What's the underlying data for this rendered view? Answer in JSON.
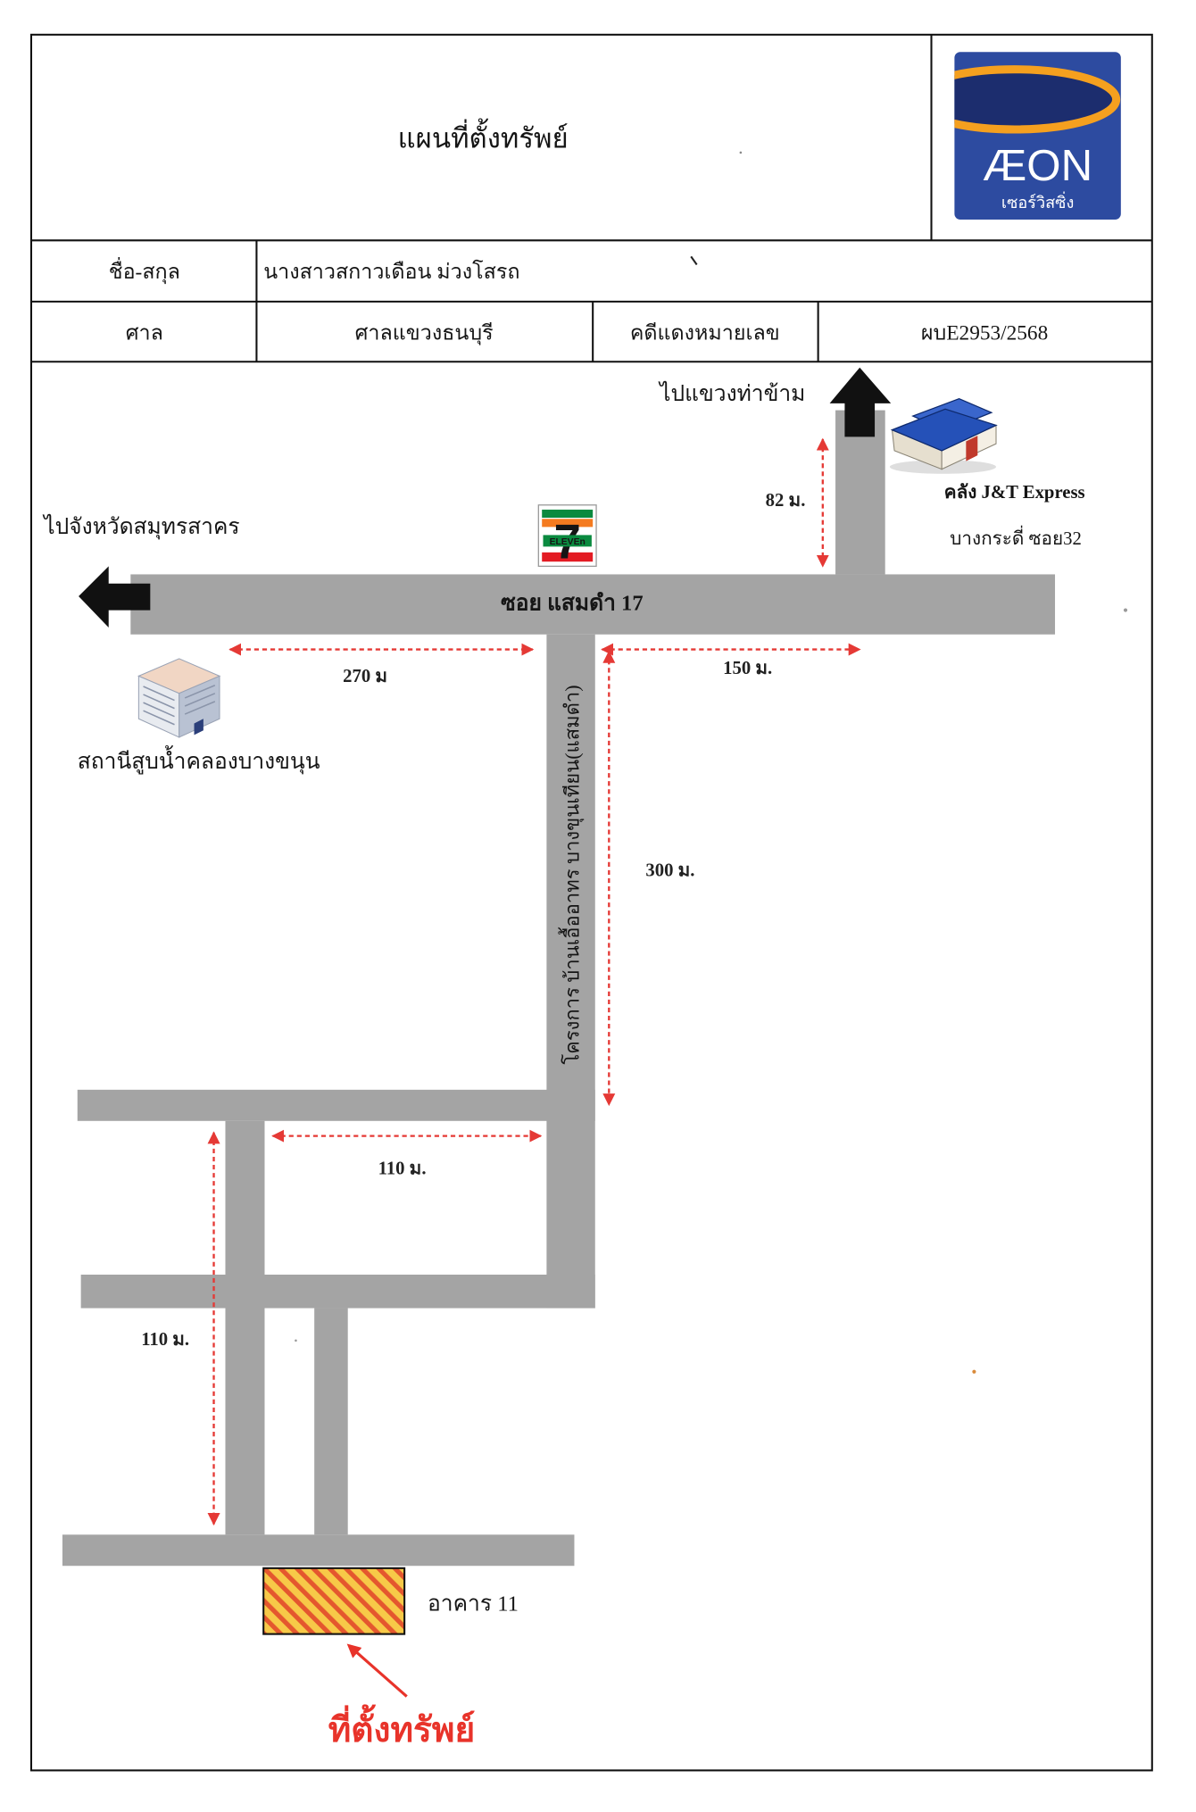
{
  "header": {
    "title": "แผนที่ตั้งทรัพย์",
    "logo": {
      "wordmark": "ÆON",
      "tagline": "เซอร์วิสซิ่ง",
      "background_color": "#2d4ba0",
      "swoosh_color": "#f5a01f"
    }
  },
  "info": {
    "name_label": "ชื่อ-สกุล",
    "name_value": "นางสาวสกาวเดือน ม่วงโสรถ",
    "court_label": "ศาล",
    "court_value": "ศาลแขวงธนบุรี",
    "case_label": "คดีแดงหมายเลข",
    "case_value": "ผบE2953/2568"
  },
  "map": {
    "main_road": "ซอย แสมดำ 17",
    "project_road": "โครงการ บ้านเอื้ออาทร บางขุนเทียน(แสมดำ)",
    "direction_west": "ไปจังหวัดสมุทรสาคร",
    "direction_north": "ไปแขวงท่าข้าม",
    "warehouse": {
      "line1": "คลัง J&T Express",
      "line2": "บางกระดี่ ซอย32",
      "icon": "warehouse-icon"
    },
    "pump_station": {
      "label": "สถานีสูบน้ำคลองบางขนุน",
      "icon": "building-icon"
    },
    "store_logo": {
      "numeral": "7",
      "wordmark": "ELEVEn"
    },
    "distances": {
      "north_road": "82 ม.",
      "main_road_west": "270 ม",
      "main_road_east": "150 ม.",
      "project_road": "300 ม.",
      "inner_road_horizontal": "110 ม.",
      "inner_road_vertical": "110 ม."
    },
    "property": {
      "building": "อาคาร 11",
      "marker": "ที่ตั้งทรัพย์"
    },
    "colors": {
      "road": "#a4a4a4",
      "dimension": "#e53935",
      "property_fill": "#f7c948",
      "property_stripe": "#e4572e",
      "marker_text": "#e8332a",
      "direction_arrow": "#111111"
    }
  }
}
